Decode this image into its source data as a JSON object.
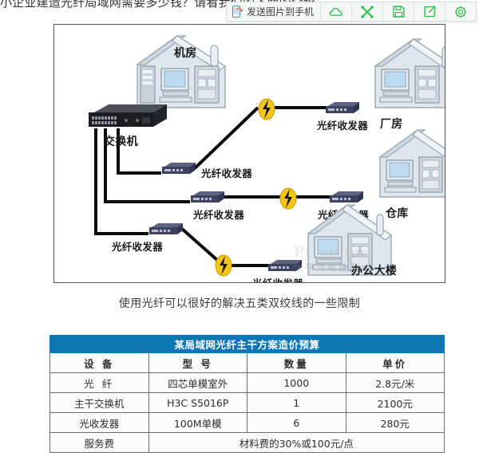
{
  "article": {
    "clipped_line": "小企业建造光纤局域网需要多少钱？请看我们的下面的介绍。"
  },
  "toolbar": {
    "send_to_phone_label": "发送图片到手机",
    "icons": [
      {
        "name": "phone-send-icon",
        "accent": "#4a86c8"
      },
      {
        "name": "cloud-icon",
        "color": "#2fbf4e"
      },
      {
        "name": "fullscreen-icon",
        "color": "#2fbf4e"
      },
      {
        "name": "save-icon",
        "color": "#2fbf4e"
      },
      {
        "name": "share-icon",
        "color": "#2fbf4e"
      },
      {
        "name": "gear-icon",
        "color": "#2fbf4e"
      }
    ]
  },
  "figure": {
    "caption": "使用光纤可以很好的解决五类双绞线的一些限制",
    "labels": {
      "server_room": "机房",
      "switch": "交换机",
      "transceiver": "光纤收发器",
      "factory": "厂房",
      "warehouse": "仓库",
      "office": "办公大楼"
    },
    "nodes": [
      {
        "id": "server-room",
        "label": "机房",
        "type": "building"
      },
      {
        "id": "core-switch",
        "label": "交换机",
        "type": "switch"
      },
      {
        "id": "xcvr-1",
        "label": "光纤收发器",
        "type": "transceiver"
      },
      {
        "id": "xcvr-2",
        "label": "光纤收发器",
        "type": "transceiver"
      },
      {
        "id": "xcvr-3",
        "label": "光纤收发器",
        "type": "transceiver"
      },
      {
        "id": "xcvr-4",
        "label": "光纤收发器",
        "type": "transceiver"
      },
      {
        "id": "xcvr-5",
        "label": "光纤收发器",
        "type": "transceiver"
      },
      {
        "id": "xcvr-6",
        "label": "光纤收发器",
        "type": "transceiver"
      },
      {
        "id": "factory",
        "label": "厂房",
        "type": "building"
      },
      {
        "id": "warehouse",
        "label": "仓库",
        "type": "building"
      },
      {
        "id": "office",
        "label": "办公大楼",
        "type": "building"
      }
    ],
    "watermark": {
      "top": "PConline",
      "bottom": "太平洋电脑网"
    }
  },
  "table": {
    "title": "某局域网光纤主干方案造价预算",
    "headers": [
      "设  备",
      "型  号",
      "数量",
      "单价"
    ],
    "rows": [
      {
        "device": "光   纤",
        "model": "四芯单模室外",
        "qty": "1000",
        "price": "2.8元/米"
      },
      {
        "device": "主干交换机",
        "model": "H3C S5016P",
        "qty": "1",
        "price": "2100元"
      },
      {
        "device": "光收发器",
        "model": "100M单模",
        "qty": "6",
        "price": "280元"
      }
    ],
    "footer": {
      "device": "服务费",
      "note": "材料费的30%或100元/点"
    }
  },
  "colors": {
    "table_header_blue": "#0f76b4",
    "toolbar_green": "#2fbf4e",
    "cable_black": "#0b0b0b",
    "fiber_yellow": "#f5c518"
  }
}
